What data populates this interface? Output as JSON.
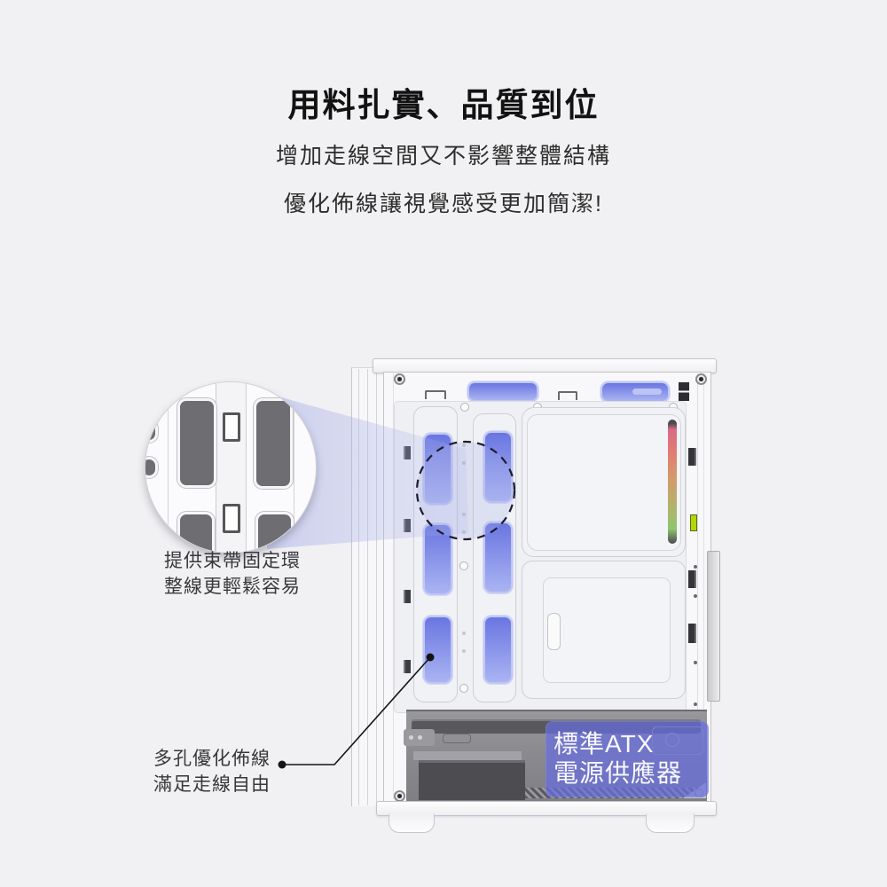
{
  "header": {
    "title": "用料扎實、品質到位",
    "subtitle1": "增加走線空間又不影響整體結構",
    "subtitle2": "優化佈線讓視覺感受更加簡潔!"
  },
  "callouts": {
    "tie_ring": {
      "line1": "提供束帶固定環",
      "line2": "整線更輕鬆容易"
    },
    "multi_hole": {
      "line1": "多孔優化佈線",
      "line2": "滿足走線自由"
    },
    "psu": {
      "line1": "標準ATX",
      "line2": "電源供應器"
    }
  },
  "colors": {
    "background": "#f1f1f3",
    "cable_hole_blue": "#8a95ea",
    "beam_lavender": "#a8afe8",
    "psu_overlay_purple": "#686dde",
    "inset_hole_gray": "#6e6e72",
    "rgb_strip_gradient": [
      "#d96a85",
      "#e07f72",
      "#d29a6e",
      "#b3b36a",
      "#7ab98a"
    ]
  }
}
